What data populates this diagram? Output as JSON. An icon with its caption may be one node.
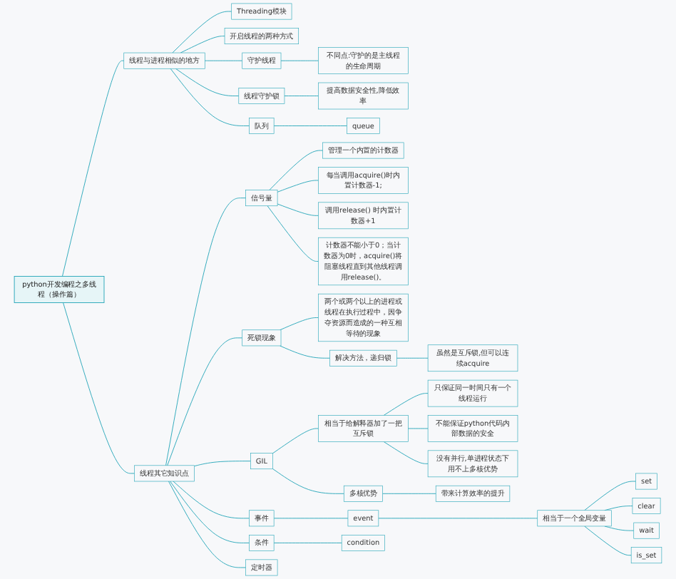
{
  "diagram": {
    "nodes": [
      {
        "text": [
          "python开发编程之多线程（操作篇）"
        ]
      },
      {
        "text": [
          "线程与进程相似的地方"
        ]
      },
      {
        "text": [
          "Threading模块"
        ]
      },
      {
        "text": [
          "开启线程的两种方式"
        ]
      },
      {
        "text": [
          "守护线程"
        ]
      },
      {
        "text": [
          "不同点:守护的是主线程的生命周期"
        ]
      },
      {
        "text": [
          "线程守护锁"
        ]
      },
      {
        "text": [
          "提高数据安全性,降低效率"
        ]
      },
      {
        "text": [
          "队列"
        ]
      },
      {
        "text": [
          "queue"
        ]
      },
      {
        "text": [
          "线程其它知识点"
        ]
      },
      {
        "text": [
          "信号量"
        ]
      },
      {
        "text": [
          "管理一个内置的计数器"
        ]
      },
      {
        "text": [
          "每当调用acquire()时内置计数器-1;"
        ]
      },
      {
        "text": [
          "调用release() 时内置计数器+1"
        ]
      },
      {
        "text": [
          "计数器不能小于0；当计数器为0时，acquire()将阻塞线程直到其他线程调用release()。"
        ]
      },
      {
        "text": [
          "死锁现象"
        ]
      },
      {
        "text": [
          "两个或两个以上的进程或线程在执行过程中，因争夺资源而造成的一种互相等待的现象"
        ]
      },
      {
        "text": [
          "解决方法，递归锁"
        ]
      },
      {
        "text": [
          "虽然是互斥锁,但可以连续acquire"
        ]
      },
      {
        "text": [
          "事件"
        ]
      },
      {
        "text": [
          "event"
        ]
      },
      {
        "text": [
          "相当于一个全局变量"
        ]
      },
      {
        "text": [
          "set"
        ]
      },
      {
        "text": [
          "clear"
        ]
      },
      {
        "text": [
          "wait"
        ]
      },
      {
        "text": [
          "is_set"
        ]
      },
      {
        "text": [
          "GIL"
        ]
      },
      {
        "text": [
          "相当于给解释器加了一把互斥锁"
        ]
      },
      {
        "text": [
          "只保证同一时间只有一个线程运行"
        ]
      },
      {
        "text": [
          "不能保证python代码内部数据的安全"
        ]
      },
      {
        "text": [
          "没有并行,单进程状态下用不上多核优势"
        ]
      },
      {
        "text": [
          "多核优势"
        ]
      },
      {
        "text": [
          "带来计算效率的提升"
        ]
      },
      {
        "text": [
          "条件"
        ]
      },
      {
        "text": [
          "condition"
        ]
      },
      {
        "text": [
          "定时器"
        ]
      }
    ],
    "edges": [
      {
        "from": 0,
        "to": 1,
        "arrow": "none"
      },
      {
        "from": 1,
        "to": 2,
        "arrow": "none"
      },
      {
        "from": 1,
        "to": 3,
        "arrow": "none"
      },
      {
        "from": 1,
        "to": 4,
        "arrow": "none"
      },
      {
        "from": 4,
        "to": 5,
        "arrow": "none"
      },
      {
        "from": 1,
        "to": 6,
        "arrow": "none"
      },
      {
        "from": 6,
        "to": 7,
        "arrow": "none"
      },
      {
        "from": 1,
        "to": 8,
        "arrow": "none"
      },
      {
        "from": 8,
        "to": 9,
        "arrow": "none"
      },
      {
        "from": 0,
        "to": 10,
        "arrow": "none"
      },
      {
        "from": 10,
        "to": 11,
        "arrow": "none"
      },
      {
        "from": 11,
        "to": 12,
        "arrow": "none"
      },
      {
        "from": 11,
        "to": 13,
        "arrow": "none"
      },
      {
        "from": 11,
        "to": 14,
        "arrow": "none"
      },
      {
        "from": 11,
        "to": 15,
        "arrow": "none"
      },
      {
        "from": 10,
        "to": 16,
        "arrow": "none"
      },
      {
        "from": 16,
        "to": 17,
        "arrow": "none"
      },
      {
        "from": 16,
        "to": 18,
        "arrow": "none"
      },
      {
        "from": 18,
        "to": 19,
        "arrow": "none"
      },
      {
        "from": 10,
        "to": 20,
        "arrow": "none"
      },
      {
        "from": 20,
        "to": 21,
        "arrow": "none"
      },
      {
        "from": 21,
        "to": 22,
        "arrow": "none"
      },
      {
        "from": 22,
        "to": 23,
        "arrow": "none"
      },
      {
        "from": 22,
        "to": 24,
        "arrow": "none"
      },
      {
        "from": 22,
        "to": 25,
        "arrow": "none"
      },
      {
        "from": 22,
        "to": 26,
        "arrow": "none"
      },
      {
        "from": 10,
        "to": 27,
        "arrow": "none"
      },
      {
        "from": 27,
        "to": 28,
        "arrow": "none"
      },
      {
        "from": 28,
        "to": 29,
        "arrow": "none"
      },
      {
        "from": 28,
        "to": 30,
        "arrow": "none"
      },
      {
        "from": 28,
        "to": 31,
        "arrow": "none"
      },
      {
        "from": 27,
        "to": 32,
        "arrow": "none"
      },
      {
        "from": 32,
        "to": 33,
        "arrow": "none"
      },
      {
        "from": 10,
        "to": 34,
        "arrow": "none"
      },
      {
        "from": 34,
        "to": 35,
        "arrow": "none"
      },
      {
        "from": 10,
        "to": 36,
        "arrow": "none"
      }
    ]
  }
}
